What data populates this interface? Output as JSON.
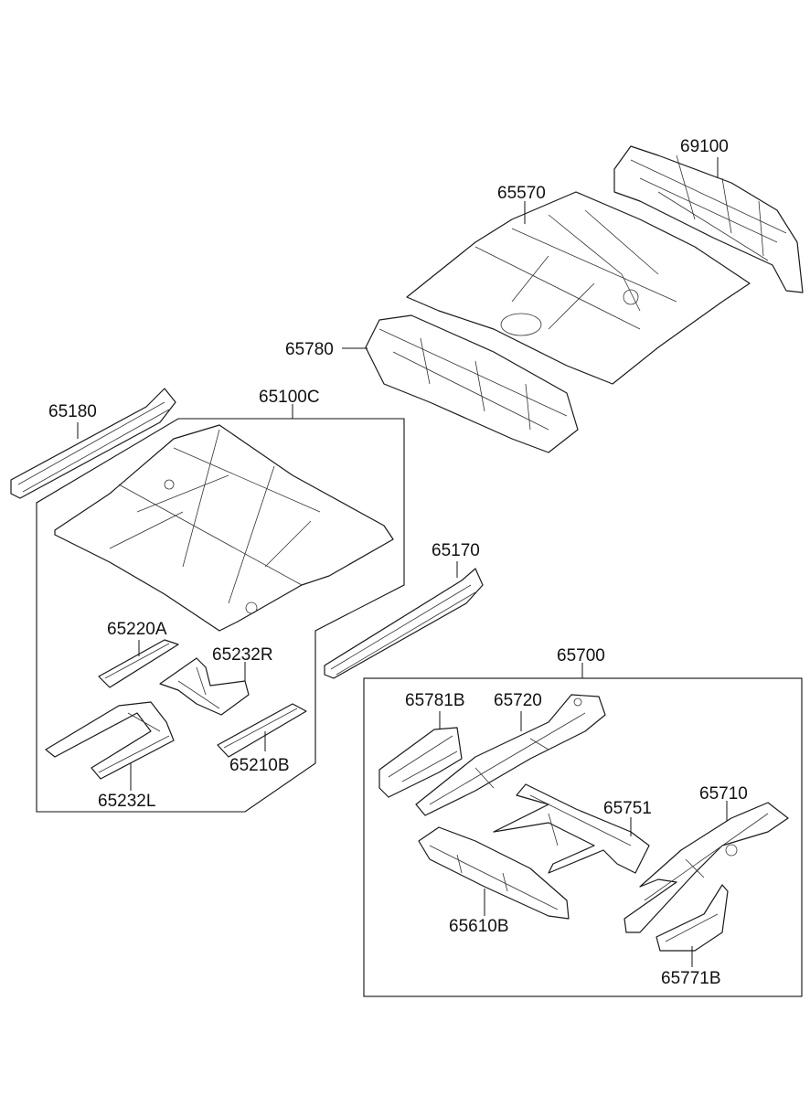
{
  "parts": {
    "p69100": "69100",
    "p65570": "65570",
    "p65780": "65780",
    "p65180": "65180",
    "p65100C": "65100C",
    "p65170": "65170",
    "p65220A": "65220A",
    "p65232R": "65232R",
    "p65232L": "65232L",
    "p65210B": "65210B",
    "p65700": "65700",
    "p65781B": "65781B",
    "p65720": "65720",
    "p65751": "65751",
    "p65710": "65710",
    "p65610B": "65610B",
    "p65771B": "65771B"
  }
}
